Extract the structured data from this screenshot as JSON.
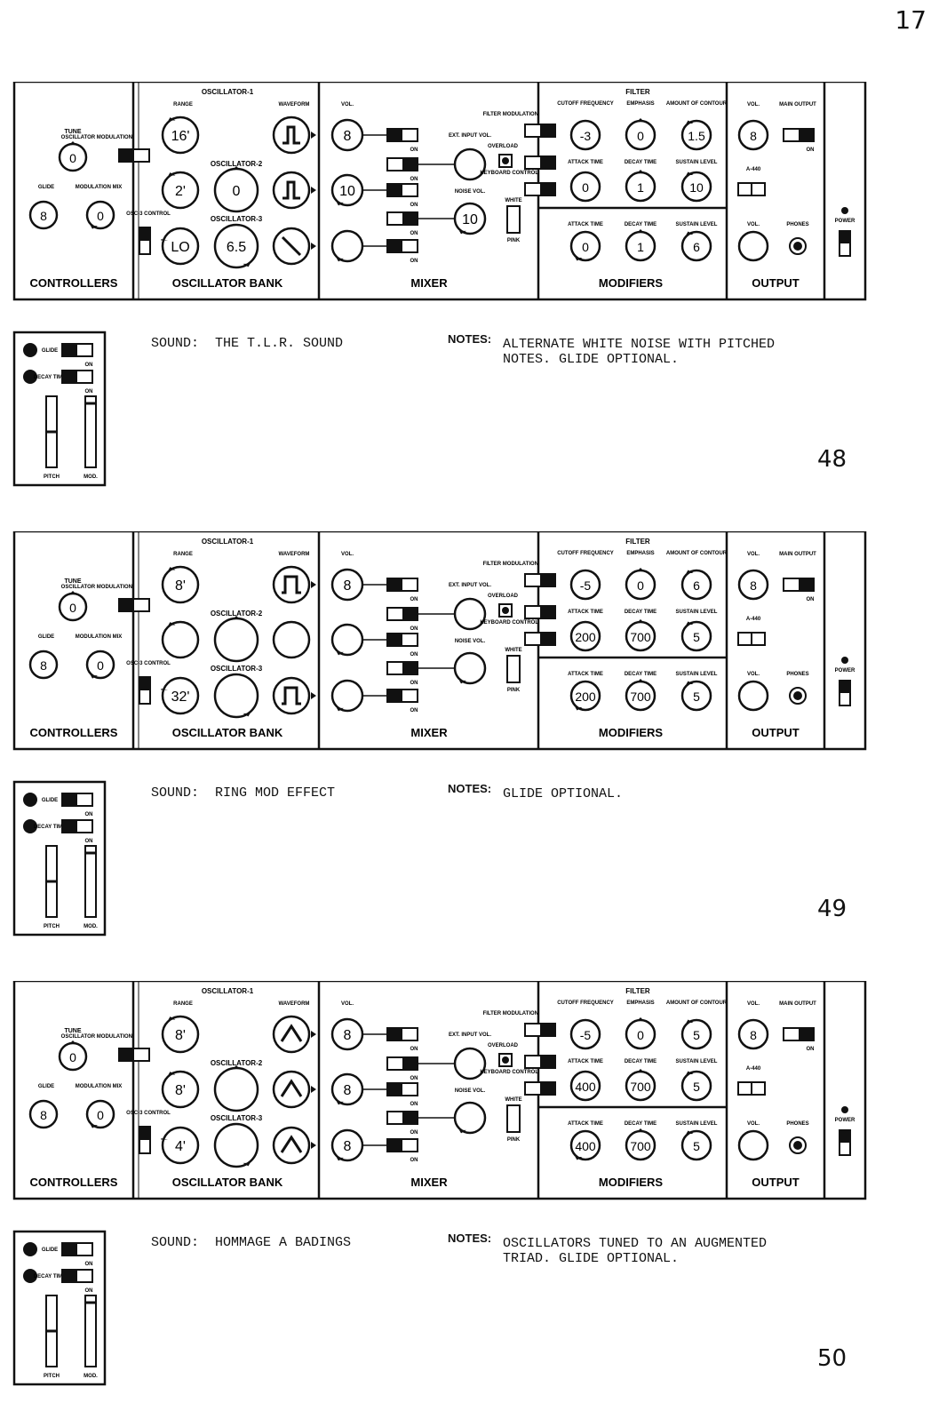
{
  "page_number": "17",
  "labels": {
    "tune": "TUNE",
    "osc_mod": "OSCILLATOR MODULATION",
    "glide": "GLIDE",
    "mod_mix": "MODULATION MIX",
    "osc3_control": "OSC-3 CONTROL",
    "controllers": "CONTROLLERS",
    "osc1": "OSCILLATOR-1",
    "osc2": "OSCILLATOR-2",
    "osc3": "OSCILLATOR-3",
    "range": "RANGE",
    "waveform": "WAVEFORM",
    "osc_bank": "OSCILLATOR BANK",
    "vol": "VOL.",
    "on": "ON",
    "ext_input": "EXT. INPUT VOL.",
    "overload": "OVERLOAD",
    "noise_vol": "NOISE VOL.",
    "white": "WHITE",
    "pink": "PINK",
    "mixer": "MIXER",
    "filter_mod": "FILTER MODULATION",
    "keyboard_control": "KEYBOARD CONTROL",
    "filter": "FILTER",
    "cutoff": "CUTOFF FREQUENCY",
    "emphasis": "EMPHASIS",
    "contour": "AMOUNT OF CONTOUR",
    "attack": "ATTACK TIME",
    "decay": "DECAY TIME",
    "sustain": "SUSTAIN LEVEL",
    "modifiers": "MODIFIERS",
    "main_output": "MAIN OUTPUT",
    "a440": "A-440",
    "phones": "PHONES",
    "output": "OUTPUT",
    "power": "POWER",
    "pitch": "PITCH",
    "mod": "MOD.",
    "sound": "SOUND:",
    "notes": "NOTES:"
  },
  "patches": [
    {
      "number": "48",
      "sound": "THE T.L.R. SOUND",
      "notes": "ALTERNATE WHITE NOISE WITH PITCHED\nNOTES. GLIDE OPTIONAL.",
      "tune": "0",
      "glide": "8",
      "mod_mix": "0",
      "osc_range": [
        "16'",
        "2'",
        "LO"
      ],
      "osc_tune": [
        "",
        "0",
        "6.5"
      ],
      "waveforms": [
        "pulse-narrow",
        "pulse-narrow",
        "ramp"
      ],
      "mixer_vol": [
        "8",
        "10",
        ""
      ],
      "ext_input": "",
      "noise_vol": "10",
      "filter": {
        "cutoff": "-3",
        "emphasis": "0",
        "contour": "1.5",
        "attack": "0",
        "decay": "1",
        "sustain": "10"
      },
      "loudness": {
        "attack": "0",
        "decay": "1",
        "sustain": "6"
      },
      "out_vol": "8",
      "phones_vol": ""
    },
    {
      "number": "49",
      "sound": "RING MOD EFFECT",
      "notes": "GLIDE OPTIONAL.",
      "tune": "0",
      "glide": "8",
      "mod_mix": "0",
      "osc_range": [
        "8'",
        "",
        "32'"
      ],
      "osc_tune": [
        "",
        "",
        ""
      ],
      "waveforms": [
        "pulse",
        "",
        "pulse"
      ],
      "mixer_vol": [
        "8",
        "",
        ""
      ],
      "ext_input": "",
      "noise_vol": "",
      "filter": {
        "cutoff": "-5",
        "emphasis": "0",
        "contour": "6",
        "attack": "200",
        "decay": "700",
        "sustain": "5"
      },
      "loudness": {
        "attack": "200",
        "decay": "700",
        "sustain": "5"
      },
      "out_vol": "8",
      "phones_vol": ""
    },
    {
      "number": "50",
      "sound": "HOMMAGE A BADINGS",
      "notes": "OSCILLATORS TUNED TO AN AUGMENTED\nTRIAD. GLIDE OPTIONAL.",
      "tune": "0",
      "glide": "8",
      "mod_mix": "0",
      "osc_range": [
        "8'",
        "8'",
        "4'"
      ],
      "osc_tune": [
        "",
        "",
        ""
      ],
      "waveforms": [
        "triangle",
        "triangle",
        "triangle"
      ],
      "mixer_vol": [
        "8",
        "8",
        "8"
      ],
      "ext_input": "",
      "noise_vol": "",
      "filter": {
        "cutoff": "-5",
        "emphasis": "0",
        "contour": "5",
        "attack": "400",
        "decay": "700",
        "sustain": "5"
      },
      "loudness": {
        "attack": "400",
        "decay": "700",
        "sustain": "5"
      },
      "out_vol": "8",
      "phones_vol": ""
    }
  ]
}
